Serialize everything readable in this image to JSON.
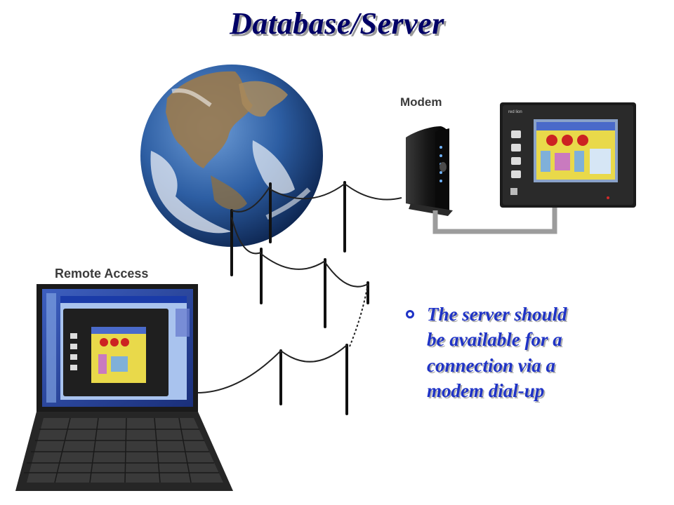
{
  "title": "Database/Server",
  "labels": {
    "modem": "Modem",
    "remote_access": "Remote Access",
    "hmi_brand": "red lion"
  },
  "bullets": [
    {
      "text": "The server should\nbe available for a\nconnection via a\nmodem dial-up"
    }
  ],
  "colors": {
    "title": "#000066",
    "bullet_text": "#1f33c6",
    "cable": "#9c9c9c",
    "wire": "#222222"
  }
}
